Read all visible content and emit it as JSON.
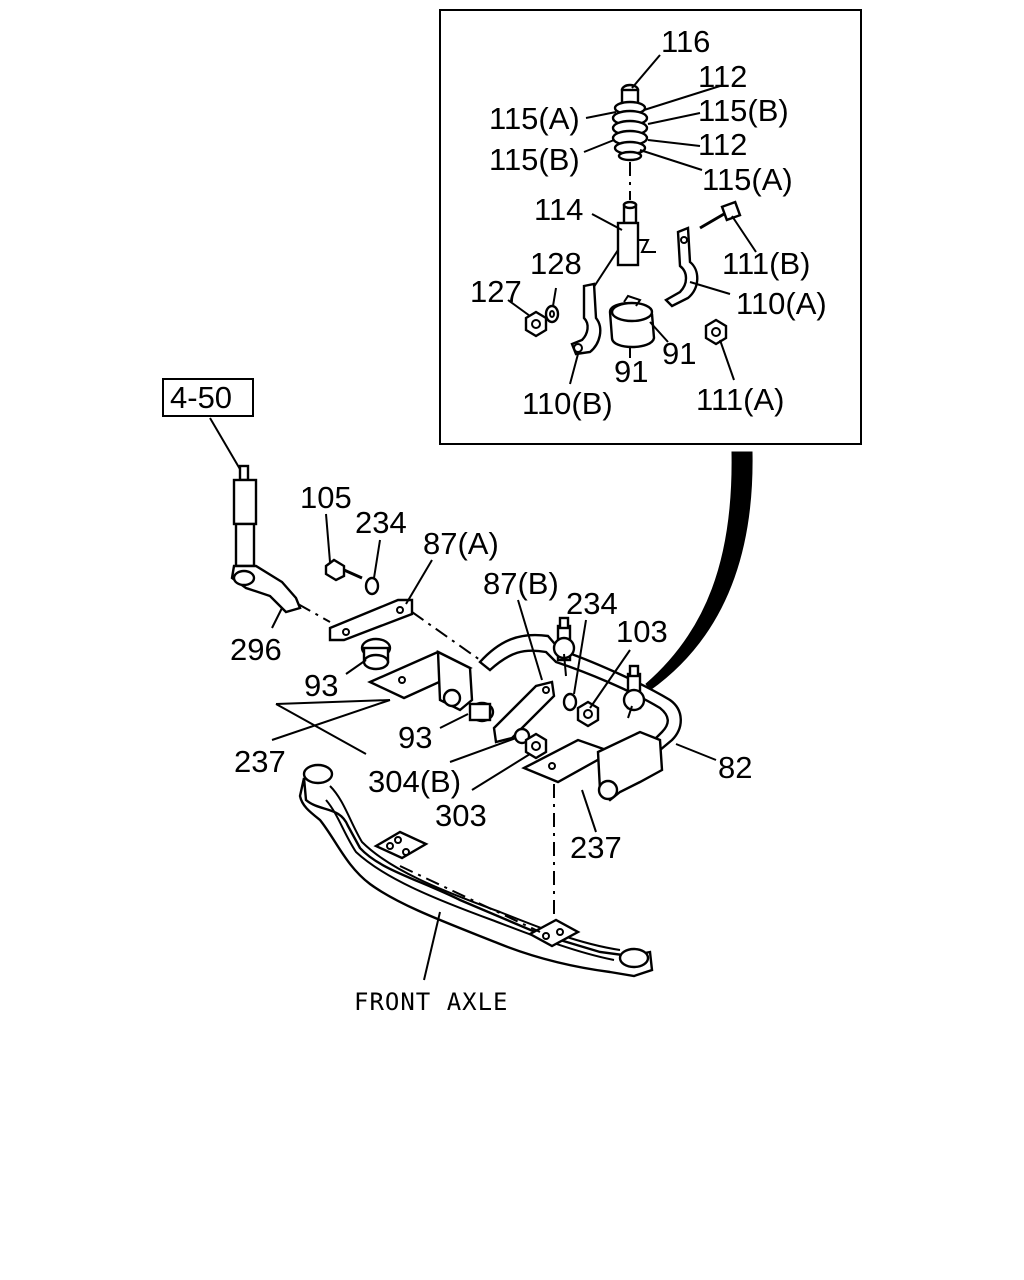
{
  "diagram": {
    "reference_box": "4-50",
    "axle_label": "FRONT AXLE",
    "callouts": {
      "c116": "116",
      "c112a": "112",
      "c115a_top": "115(A)",
      "c115b_top": "115(B)",
      "c115b_left": "115(B)",
      "c112b": "112",
      "c115a_bot": "115(A)",
      "c114": "114",
      "c128": "128",
      "c127": "127",
      "c111b": "111(B)",
      "c110a": "110(A)",
      "c91a": "91",
      "c91b": "91",
      "c110b": "110(B)",
      "c111a": "111(A)",
      "c105": "105",
      "c234a": "234",
      "c87a": "87(A)",
      "c87b": "87(B)",
      "c234b": "234",
      "c103": "103",
      "c296": "296",
      "c93a": "93",
      "c93b": "93",
      "c237a": "237",
      "c304b": "304(B)",
      "c82": "82",
      "c303": "303",
      "c237b": "237"
    }
  }
}
